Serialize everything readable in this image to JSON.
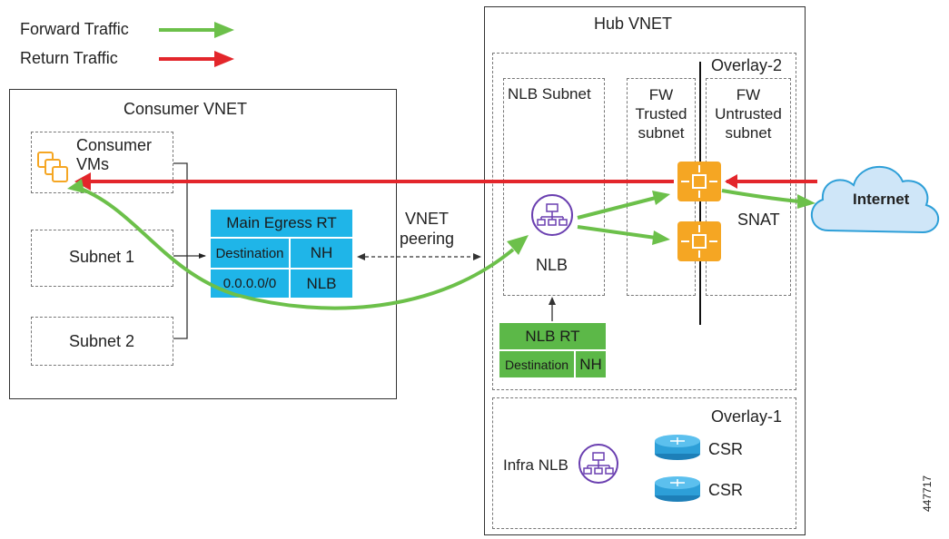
{
  "legend": {
    "forward": "Forward Traffic",
    "return": "Return Traffic"
  },
  "consumer_vnet": {
    "title": "Consumer VNET",
    "vms_label": "Consumer\nVMs",
    "subnet1": "Subnet 1",
    "subnet2": "Subnet 2"
  },
  "main_egress_rt": {
    "title": "Main Egress RT",
    "headers": [
      "Destination",
      "NH"
    ],
    "row": [
      "0.0.0.0/0",
      "NLB"
    ]
  },
  "peering_label": "VNET\npeering",
  "hub_vnet": {
    "title": "Hub VNET",
    "overlay2": "Overlay-2",
    "nlb_subnet": "NLB Subnet",
    "fw_trusted": "FW\nTrusted\nsubnet",
    "fw_untrusted": "FW\nUntrusted\nsubnet",
    "nlb_label": "NLB",
    "snat_label": "SNAT",
    "nlb_rt": {
      "title": "NLB RT",
      "headers": [
        "Destination",
        "NH"
      ]
    },
    "overlay1": "Overlay-1",
    "infra_nlb": "Infra NLB",
    "csr1": "CSR",
    "csr2": "CSR"
  },
  "internet_label": "Internet",
  "figure_id": "447717",
  "colors": {
    "forward": "#6cc04a",
    "return": "#e3262b",
    "fw": "#f5a623",
    "rt_blue": "#1fb5e8",
    "rt_green": "#5cb848",
    "nlb_icon": "#6a3fb0",
    "router": "#2d9fd8"
  }
}
